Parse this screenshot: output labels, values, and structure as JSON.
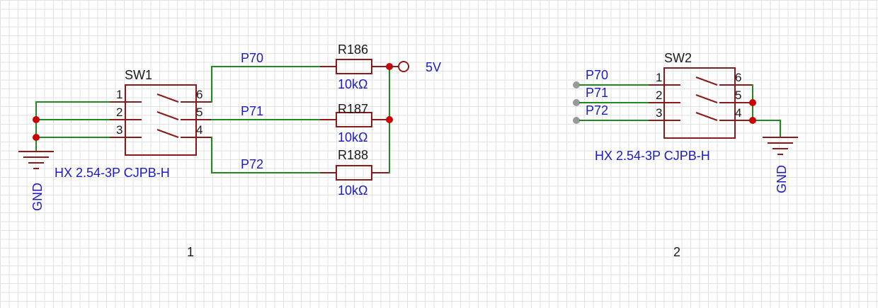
{
  "colors": {
    "wire": "#1f8a1f",
    "component": "#8b1a1a",
    "label": "#1a1acc",
    "junction": "#cc0000",
    "grid": "#e2e2e2"
  },
  "sheet1": {
    "number": "1",
    "switch": {
      "designator": "SW1",
      "part": "HX 2.54-3P CJPB-H",
      "pins": [
        "1",
        "2",
        "3",
        "4",
        "5",
        "6"
      ]
    },
    "gnd_label": "GND",
    "power_label": "5V",
    "nets": [
      "P70",
      "P71",
      "P72"
    ],
    "resistors": [
      {
        "designator": "R186",
        "value": "10kΩ"
      },
      {
        "designator": "R187",
        "value": "10kΩ"
      },
      {
        "designator": "R188",
        "value": "10kΩ"
      }
    ]
  },
  "sheet2": {
    "number": "2",
    "switch": {
      "designator": "SW2",
      "part": "HX 2.54-3P CJPB-H",
      "pins": [
        "1",
        "2",
        "3",
        "4",
        "5",
        "6"
      ]
    },
    "gnd_label": "GND",
    "nets": [
      "P70",
      "P71",
      "P72"
    ]
  }
}
